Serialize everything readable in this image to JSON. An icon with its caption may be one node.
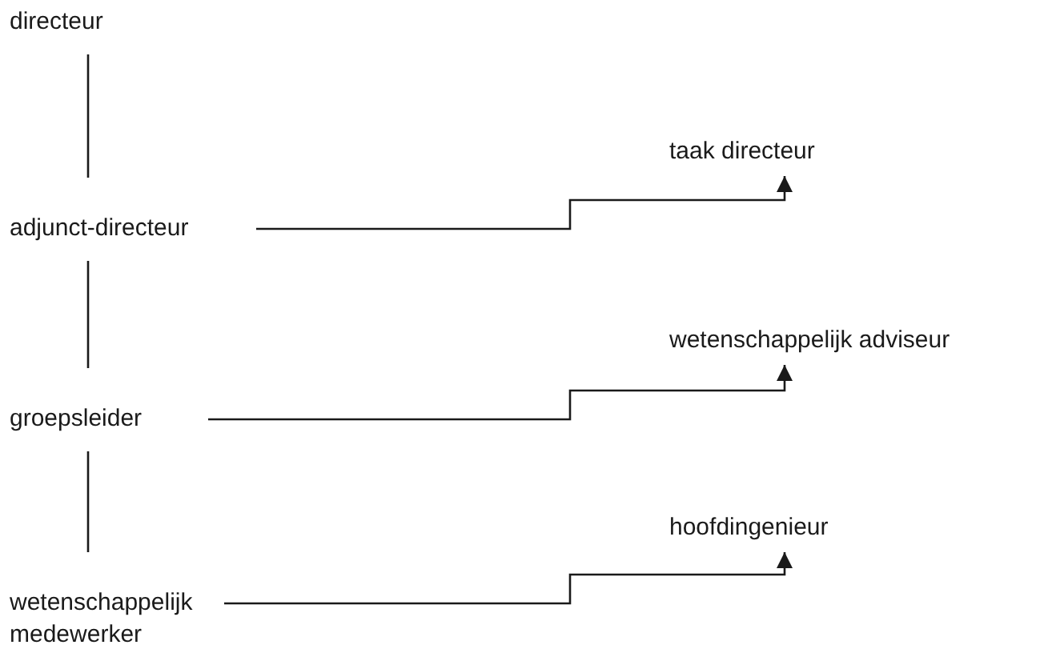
{
  "diagram": {
    "nodes": [
      {
        "text": [
          "directeur"
        ]
      },
      {
        "text": [
          "adjunct-directeur"
        ]
      },
      {
        "text": [
          "groepsleider"
        ]
      },
      {
        "text": [
          "wetenschappelijk medewerker"
        ]
      },
      {
        "text": [
          "taak directeur"
        ]
      },
      {
        "text": [
          "wetenschappelijk adviseur"
        ]
      },
      {
        "text": [
          "hoofdingenieur"
        ]
      }
    ],
    "edges": [
      {
        "from": 0,
        "to": 1,
        "arrow": "none"
      },
      {
        "from": 1,
        "to": 2,
        "arrow": "none"
      },
      {
        "from": 2,
        "to": 3,
        "arrow": "none"
      },
      {
        "from": 1,
        "to": 4,
        "arrow": "to"
      },
      {
        "from": 2,
        "to": 5,
        "arrow": "to"
      },
      {
        "from": 3,
        "to": 6,
        "arrow": "to"
      }
    ]
  }
}
